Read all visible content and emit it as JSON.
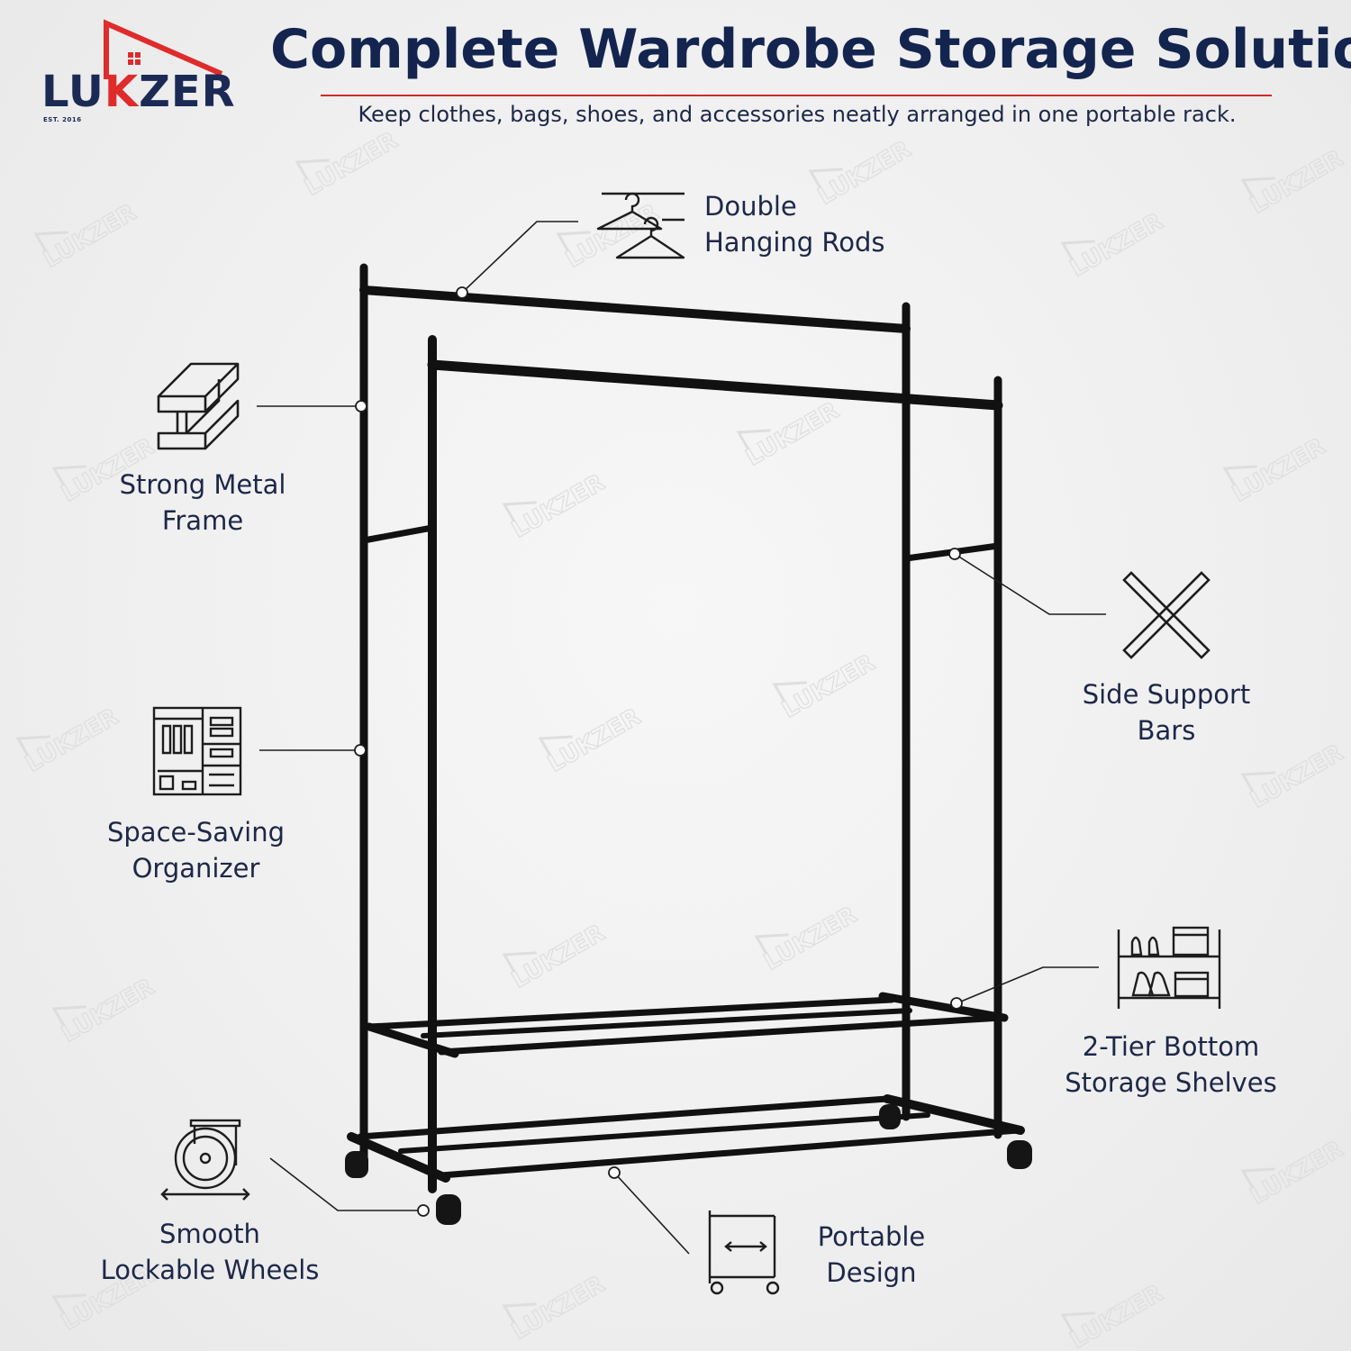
{
  "brand": {
    "name_pre": "LU",
    "name_mid": "K",
    "name_post": "ZER",
    "est": "EST. 2016",
    "accent_color": "#e02b2b",
    "primary_color": "#1b2a55"
  },
  "header": {
    "title": "Complete Wardrobe Storage Solution",
    "subtitle": "Keep clothes, bags, shoes, and accessories neatly arranged in one portable rack."
  },
  "features": [
    {
      "icon": "hanger-icon",
      "line1": "Double",
      "line2": "Hanging Rods"
    },
    {
      "icon": "i-beam-icon",
      "line1": "Strong Metal",
      "line2": "Frame"
    },
    {
      "icon": "crossed-bars-icon",
      "line1": "Side Support",
      "line2": "Bars"
    },
    {
      "icon": "wardrobe-icon",
      "line1": "Space-Saving",
      "line2": "Organizer"
    },
    {
      "icon": "shoe-shelf-icon",
      "line1": "2-Tier Bottom",
      "line2": "Storage Shelves"
    },
    {
      "icon": "caster-wheel-icon",
      "line1": "Smooth",
      "line2": "Lockable Wheels"
    },
    {
      "icon": "cart-icon",
      "line1": "Portable",
      "line2": "Design"
    }
  ]
}
